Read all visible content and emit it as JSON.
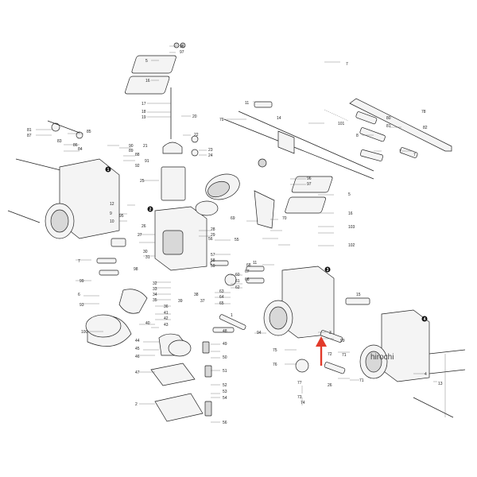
{
  "watermark": "hirochi",
  "arrow_color": "#e23a2a",
  "unit_markers": [
    "1",
    "2",
    "3",
    "4"
  ],
  "callouts": [
    {
      "id": "c-96a",
      "text": "96"
    },
    {
      "id": "c-97a",
      "text": "97"
    },
    {
      "id": "c-5a",
      "text": "5"
    },
    {
      "id": "c-16a",
      "text": "16"
    },
    {
      "id": "c-17",
      "text": "17"
    },
    {
      "id": "c-18",
      "text": "18"
    },
    {
      "id": "c-19",
      "text": "19"
    },
    {
      "id": "c-20",
      "text": "20"
    },
    {
      "id": "c-11a",
      "text": "11"
    },
    {
      "id": "c-7a",
      "text": "7"
    },
    {
      "id": "c-101",
      "text": "101"
    },
    {
      "id": "c-79",
      "text": "79"
    },
    {
      "id": "c-14",
      "text": "14"
    },
    {
      "id": "c-8a",
      "text": "8"
    },
    {
      "id": "c-80",
      "text": "80"
    },
    {
      "id": "c-81",
      "text": "81"
    },
    {
      "id": "c-7b",
      "text": "7"
    },
    {
      "id": "c-78",
      "text": "78"
    },
    {
      "id": "c-82",
      "text": "82"
    },
    {
      "id": "c-7c",
      "text": "7"
    },
    {
      "id": "c-85",
      "text": "85"
    },
    {
      "id": "c-81b",
      "text": "81"
    },
    {
      "id": "c-87",
      "text": "87"
    },
    {
      "id": "c-83",
      "text": "83"
    },
    {
      "id": "c-84",
      "text": "84"
    },
    {
      "id": "c-86",
      "text": "86"
    },
    {
      "id": "c-90",
      "text": "90"
    },
    {
      "id": "c-89",
      "text": "89"
    },
    {
      "id": "c-88",
      "text": "88"
    },
    {
      "id": "c-91",
      "text": "91"
    },
    {
      "id": "c-92",
      "text": "92"
    },
    {
      "id": "c-22",
      "text": "22"
    },
    {
      "id": "c-21",
      "text": "21"
    },
    {
      "id": "c-23",
      "text": "23"
    },
    {
      "id": "c-24",
      "text": "24"
    },
    {
      "id": "c-25",
      "text": "25"
    },
    {
      "id": "c-12",
      "text": "12"
    },
    {
      "id": "c-9",
      "text": "9"
    },
    {
      "id": "c-10",
      "text": "10"
    },
    {
      "id": "c-95",
      "text": "95"
    },
    {
      "id": "c-96b",
      "text": "96"
    },
    {
      "id": "c-97b",
      "text": "97"
    },
    {
      "id": "c-5b",
      "text": "5"
    },
    {
      "id": "c-69",
      "text": "69"
    },
    {
      "id": "c-70",
      "text": "70"
    },
    {
      "id": "c-16b",
      "text": "16"
    },
    {
      "id": "c-103",
      "text": "103"
    },
    {
      "id": "c-102",
      "text": "102"
    },
    {
      "id": "c-28",
      "text": "28"
    },
    {
      "id": "c-29",
      "text": "29"
    },
    {
      "id": "c-27",
      "text": "27"
    },
    {
      "id": "c-26",
      "text": "26"
    },
    {
      "id": "c-56",
      "text": "56"
    },
    {
      "id": "c-55",
      "text": "55"
    },
    {
      "id": "c-57",
      "text": "57"
    },
    {
      "id": "c-58",
      "text": "58"
    },
    {
      "id": "c-59",
      "text": "59"
    },
    {
      "id": "c-7d",
      "text": "7"
    },
    {
      "id": "c-98",
      "text": "98"
    },
    {
      "id": "c-31",
      "text": "31"
    },
    {
      "id": "c-30",
      "text": "30"
    },
    {
      "id": "c-6",
      "text": "6"
    },
    {
      "id": "c-99a",
      "text": "99"
    },
    {
      "id": "c-93",
      "text": "93"
    },
    {
      "id": "c-100",
      "text": "100"
    },
    {
      "id": "c-32",
      "text": "32"
    },
    {
      "id": "c-33",
      "text": "33"
    },
    {
      "id": "c-34",
      "text": "34"
    },
    {
      "id": "c-35",
      "text": "35"
    },
    {
      "id": "c-36",
      "text": "36"
    },
    {
      "id": "c-37",
      "text": "37"
    },
    {
      "id": "c-38",
      "text": "38"
    },
    {
      "id": "c-39",
      "text": "39"
    },
    {
      "id": "c-40",
      "text": "40"
    },
    {
      "id": "c-41",
      "text": "41"
    },
    {
      "id": "c-42",
      "text": "42"
    },
    {
      "id": "c-43",
      "text": "43"
    },
    {
      "id": "c-44",
      "text": "44"
    },
    {
      "id": "c-45",
      "text": "45"
    },
    {
      "id": "c-46",
      "text": "46"
    },
    {
      "id": "c-47",
      "text": "47"
    },
    {
      "id": "c-2",
      "text": "2"
    },
    {
      "id": "c-48",
      "text": "48"
    },
    {
      "id": "c-49",
      "text": "49"
    },
    {
      "id": "c-50",
      "text": "50"
    },
    {
      "id": "c-51",
      "text": "51"
    },
    {
      "id": "c-52",
      "text": "52"
    },
    {
      "id": "c-53",
      "text": "53"
    },
    {
      "id": "c-54",
      "text": "54"
    },
    {
      "id": "c-56b",
      "text": "56"
    },
    {
      "id": "c-60",
      "text": "60"
    },
    {
      "id": "c-61",
      "text": "61"
    },
    {
      "id": "c-62",
      "text": "62"
    },
    {
      "id": "c-63",
      "text": "63"
    },
    {
      "id": "c-64",
      "text": "64"
    },
    {
      "id": "c-65",
      "text": "65"
    },
    {
      "id": "c-66",
      "text": "66"
    },
    {
      "id": "c-67",
      "text": "67"
    },
    {
      "id": "c-68",
      "text": "68"
    },
    {
      "id": "c-11b",
      "text": "11"
    },
    {
      "id": "c-1",
      "text": "1"
    },
    {
      "id": "c-94",
      "text": "94"
    },
    {
      "id": "c-75",
      "text": "75"
    },
    {
      "id": "c-76",
      "text": "76"
    },
    {
      "id": "c-77",
      "text": "77"
    },
    {
      "id": "c-73",
      "text": "73"
    },
    {
      "id": "c-74",
      "text": "74"
    },
    {
      "id": "c-3",
      "text": "3"
    },
    {
      "id": "c-99b",
      "text": "99"
    },
    {
      "id": "c-72",
      "text": "72"
    },
    {
      "id": "c-71",
      "text": "71"
    },
    {
      "id": "c-4",
      "text": "4"
    },
    {
      "id": "c-13",
      "text": "13"
    },
    {
      "id": "c-26b",
      "text": "26"
    },
    {
      "id": "c-15",
      "text": "15"
    },
    {
      "id": "c-71b",
      "text": "71"
    }
  ]
}
